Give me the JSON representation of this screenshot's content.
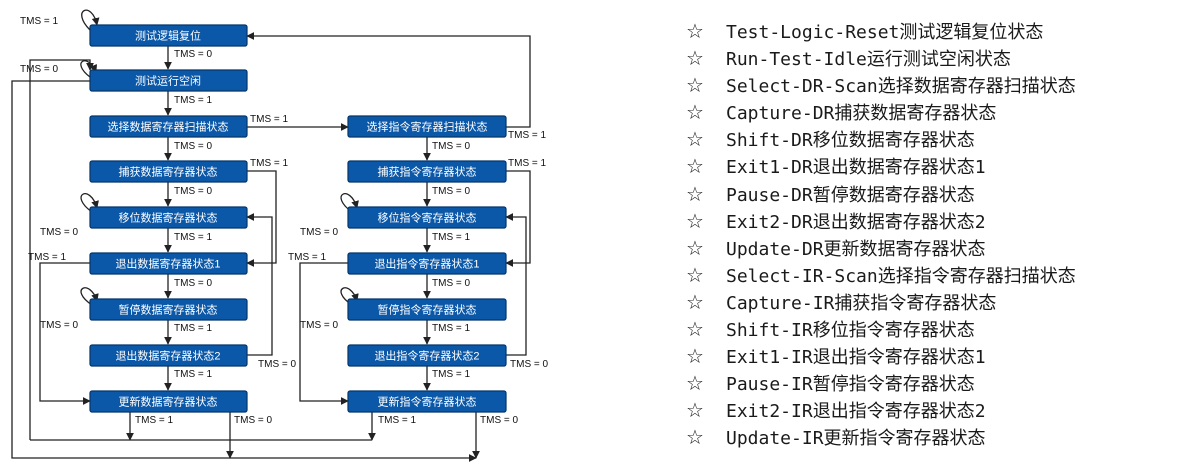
{
  "diagram": {
    "states": {
      "tlr": "测试逻辑复位",
      "rti": "测试运行空闲",
      "sel_dr": "选择数据寄存器扫描状态",
      "cap_dr": "捕获数据寄存器状态",
      "shift_dr": "移位数据寄存器状态",
      "exit1_dr": "退出数据寄存器状态1",
      "pause_dr": "暂停数据寄存器状态",
      "exit2_dr": "退出数据寄存器状态2",
      "upd_dr": "更新数据寄存器状态",
      "sel_ir": "选择指令寄存器扫描状态",
      "cap_ir": "捕获指令寄存器状态",
      "shift_ir": "移位指令寄存器状态",
      "exit1_ir": "退出指令寄存器状态1",
      "pause_ir": "暂停指令寄存器状态",
      "exit2_ir": "退出指令寄存器状态2",
      "upd_ir": "更新指令寄存器状态"
    },
    "tms0": "TMS = 0",
    "tms1": "TMS = 1"
  },
  "legend": {
    "star": "☆",
    "items": [
      "Test-Logic-Reset测试逻辑复位状态",
      "Run-Test-Idle运行测试空闲状态",
      "Select-DR-Scan选择数据寄存器扫描状态",
      "Capture-DR捕获数据寄存器状态",
      "Shift-DR移位数据寄存器状态",
      "Exit1-DR退出数据寄存器状态1",
      "Pause-DR暂停数据寄存器状态",
      "Exit2-DR退出数据寄存器状态2",
      "Update-DR更新数据寄存器状态",
      "Select-IR-Scan选择指令寄存器扫描状态",
      "Capture-IR捕获指令寄存器状态",
      "Shift-IR移位指令寄存器状态",
      "Exit1-IR退出指令寄存器状态1",
      "Pause-IR暂停指令寄存器状态",
      "Exit2-IR退出指令寄存器状态2",
      "Update-IR更新指令寄存器状态"
    ]
  }
}
